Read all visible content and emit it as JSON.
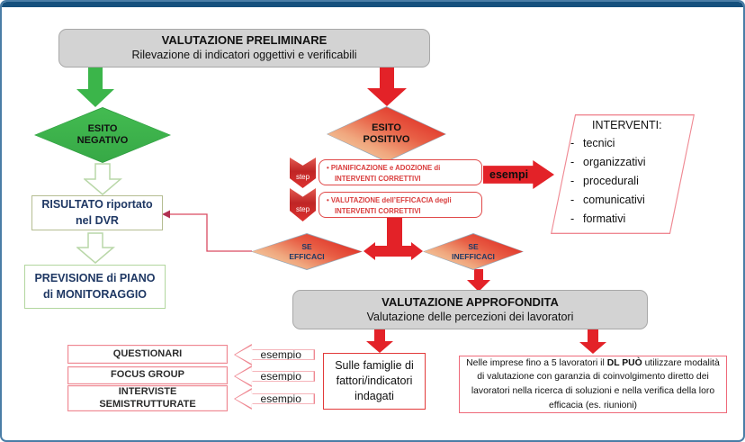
{
  "colors": {
    "frame_blue": "#4a7da6",
    "top_bar_navy": "#15507d",
    "box_grey": "#d3d3d3",
    "green": "#3bb54a",
    "red": "#e32228",
    "navy_text": "#1f3864",
    "pink_border": "#ef8892",
    "red_text": "#d93c3c"
  },
  "preliminary": {
    "title": "VALUTAZIONE PRELIMINARE",
    "subtitle": "Rilevazione di indicatori oggettivi e verificabili"
  },
  "negative": {
    "diamond": "ESITO NEGATIVO",
    "result": "RISULTATO riportato nel DVR",
    "plan": "PREVISIONE di PIANO di MONITORAGGIO"
  },
  "positive": {
    "diamond": "ESITO POSITIVO",
    "step_tag": "step",
    "bullet": "•",
    "step1_l1": "PIANIFICAZIONE e ADOZIONE di",
    "step1_l2": "INTERVENTI CORRETTIVI",
    "step2_l1": "VALUTAZIONE dell’EFFICACIA degli",
    "step2_l2": "INTERVENTI CORRETTIVI",
    "esempi": "esempi",
    "se_efficaci": "SE EFFICACI",
    "se_inefficaci": "SE INEFFICACI"
  },
  "interventi": {
    "title": "INTERVENTI:",
    "dash": "-",
    "items": [
      "tecnici",
      "organizzativi",
      "procedurali",
      "comunicativi",
      "formativi"
    ]
  },
  "deep": {
    "title": "VALUTAZIONE APPROFONDITA",
    "subtitle": "Valutazione delle percezioni dei lavoratori",
    "families": "Sulle famiglie di fattori/indicatori indagati",
    "small_pre": "Nelle imprese fino a 5 lavoratori il ",
    "small_bold": "DL PUÒ",
    "small_post": " utilizzare modalità di valutazione con garanzia di coinvolgimento diretto dei lavoratori nella ricerca di soluzioni e nella verifica della loro efficacia (es. riunioni)"
  },
  "methods": {
    "items": [
      "QUESTIONARI",
      "FOCUS GROUP",
      "INTERVISTE SEMISTRUTTURATE"
    ],
    "esempio": "esempio"
  }
}
